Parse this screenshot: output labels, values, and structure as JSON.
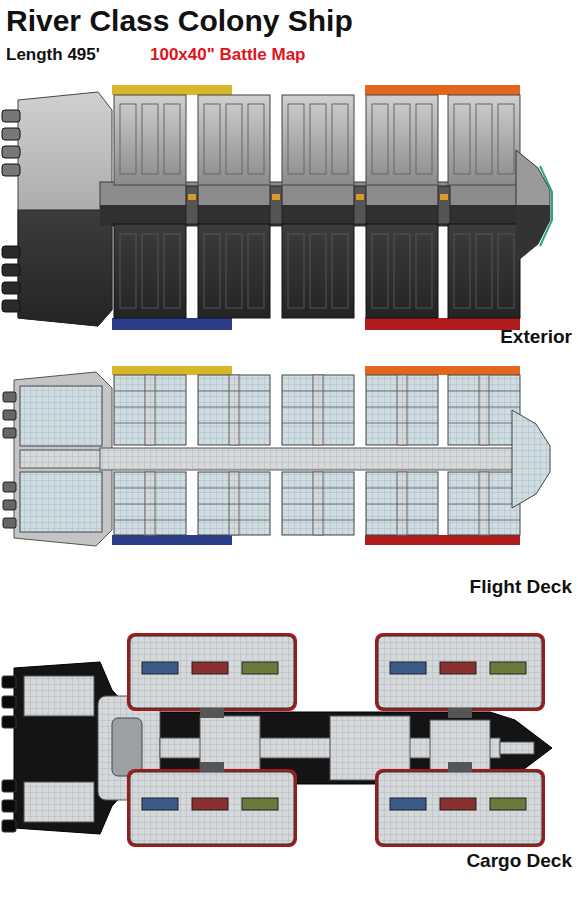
{
  "diagram": {
    "title": "River Class Colony Ship",
    "labels": [
      "Length 495'",
      "100x40\" Battle Map",
      "Exterior",
      "Flight Deck",
      "Cargo Deck"
    ]
  }
}
